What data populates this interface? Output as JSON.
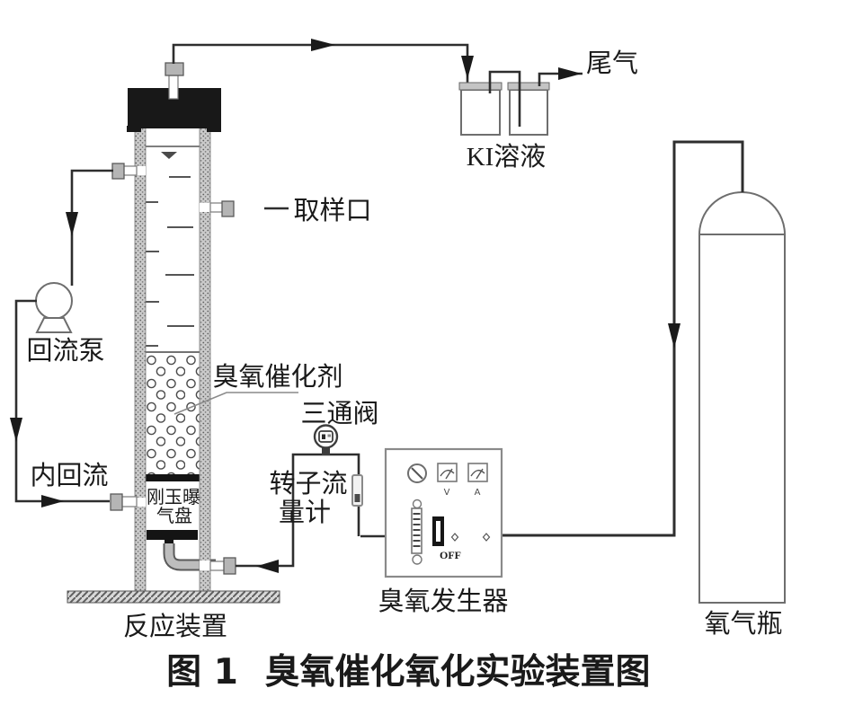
{
  "figure": {
    "caption_prefix": "图 1",
    "caption_text": "臭氧催化氧化实验装置图"
  },
  "labels": {
    "reflux_pump": "回流泵",
    "internal_reflux": "内回流",
    "sampling_port": "取样口",
    "ozone_catalyst": "臭氧催化剂",
    "three_way_valve": "三通阀",
    "rotameter_line1": "转子流",
    "rotameter_line2": "量计",
    "aerator_line1": "刚玉曝",
    "aerator_line2": "气盘",
    "reaction_unit": "反应装置",
    "ozone_generator": "臭氧发生器",
    "ki_solution": "KI溶液",
    "tail_gas": "尾气",
    "oxygen_cylinder": "氧气瓶"
  },
  "generator_panel": {
    "voltmeter_label": "V",
    "ammeter_label": "A",
    "switch_label": "OFF"
  },
  "colors": {
    "line": "#2e2e2e",
    "black_parts": "#161616",
    "wall_texture": "#cbcbcb",
    "fitting": "#b5b5b5",
    "vessel_outline": "#6e6e6e",
    "text": "#1a1a1a"
  }
}
